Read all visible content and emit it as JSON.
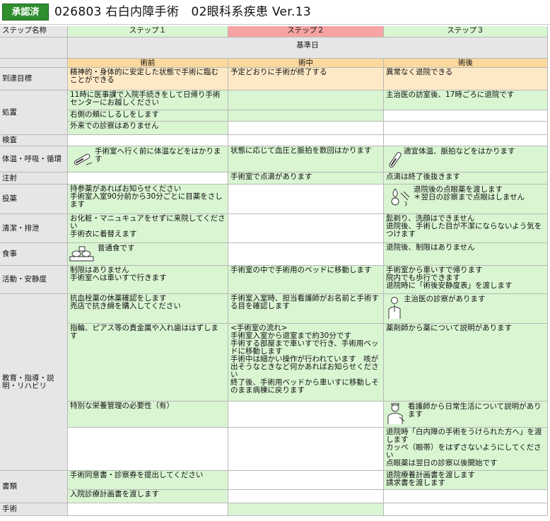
{
  "app": {
    "badge": "承認済",
    "title": "026803 右白内障手術　02眼科系疾患 Ver.13"
  },
  "header": {
    "step_name_label": "ステップ名称",
    "steps": [
      "ステップ１",
      "ステップ２",
      "ステップ３"
    ],
    "base_day": "基準日",
    "phases": [
      "術前",
      "術中",
      "術後"
    ]
  },
  "rows": {
    "goal": {
      "label": "到達目標",
      "s1": "精神的・身体的に安定した状態で手術に臨むことができる",
      "s2": "予定どおりに手術が終了する",
      "s3": "異常なく退院できる"
    },
    "treatment": {
      "label": "処置",
      "s1_a": "11時に医事課で入院手続きをして日帰り手術センターにお越しください",
      "s1_b": "右側の頬にしるしをします",
      "s1_c": "外来での診察はありません",
      "s3_a": "主治医の訪室後、17時ごろに退院です"
    },
    "exam": {
      "label": "検査"
    },
    "vitals": {
      "label": "体温・呼吸・循環",
      "s1": "手術室へ行く前に体温などをはかります",
      "s2": "状態に応じて血圧と脈拍を数回はかります",
      "s3": "適宜体温、脈拍などをはかります"
    },
    "injection": {
      "label": "注射",
      "s2": "手術室で点滴があります",
      "s3": "点滴は終了後抜きます"
    },
    "medication": {
      "label": "投薬",
      "s1": "持参薬があればお知らせください\n手術室入室90分前から30分ごとに目薬をさします",
      "s3": "退院後の点眼薬を渡します\n＊翌日の診察まで点眼はしません"
    },
    "hygiene": {
      "label": "清潔・排泄",
      "s1": "お化粧・マニュキュアをせずに来院してください\n手術衣に着替えます",
      "s3": "髭剃り、洗顔はできません\n退院後、手術した目が不潔にならないよう気をつけます"
    },
    "meal": {
      "label": "食事",
      "s1": "普通食です",
      "s3": "退院後、制限はありません"
    },
    "activity": {
      "label": "活動・安静度",
      "s1": "制限はありません\n手術室へは車いすで行きます",
      "s2": "手術室の中で手術用のベッドに移動します",
      "s3": "手術室から車いすで帰ります\n院内でも歩行できます\n退院時に「術後安静度表」を渡します"
    },
    "education": {
      "label": "教育・指導・説明・リハビリ",
      "s1_a": "抗血栓薬の休薬確認をします\n売店で抗き綿を購入してください",
      "s2_a": "手術室入室時、担当看護師がお名前と手術する目を確認します",
      "s3_a": "主治医の診察があります",
      "s1_b": "指輪、ピアス等の貴金属や入れ歯ははずします",
      "s2_b": "<手術室の流れ>\n手術室入室から退室まで約30分です\n手術する部屋まで車いすで行き、手術用ベッドに移動します\n手術中は細かい操作が行われています　咳が出そうなときなど何かあればお知らせください\n終了後、手術用ベッドから車いすに移動しそのまま病棟に戻ります",
      "s3_b": "薬剤師から薬について説明があります",
      "s1_c": "特別な栄養管理の必要性（有）",
      "s3_c": "看護師から日常生活について説明があります",
      "s3_d": "退院時「白内障の手術をうけられた方へ」を渡します\nカッペ（眼帯）をはずさないようにしてください\n点眼薬は翌日の診察以後開始です"
    },
    "documents": {
      "label": "書類",
      "s1_a": "手術同意書・診察券を提出してください",
      "s1_b": "入院診療計画書を渡します",
      "s3_a": "退院療養計画書を渡します\n請求書を渡します"
    },
    "surgery": {
      "label": "手術"
    }
  },
  "icons": {
    "thermometer": "thermometer-icon",
    "eyedrop": "eye-drop-icon",
    "meal": "meal-tray-icon",
    "doctor": "doctor-icon",
    "nurse": "nurse-icon"
  },
  "colors": {
    "badge": "#2f8f2f",
    "step1": "#d9f5d2",
    "step2": "#f7a3a3",
    "phase": "#fbd99d",
    "label": "#e6e6e6"
  }
}
